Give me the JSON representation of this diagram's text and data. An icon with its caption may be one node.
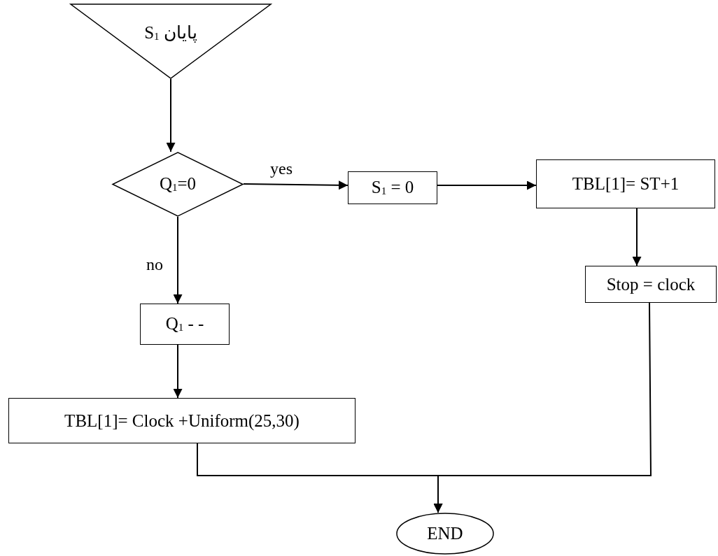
{
  "diagram": {
    "nodes": [
      {
        "text": [
          "پایان S$_{1}$"
        ]
      },
      {
        "text": [
          "Q$_{1}$=0"
        ]
      },
      {
        "text": [
          "S$_{1}$ = 0"
        ]
      },
      {
        "text": [
          "TBL[1]= ST+1"
        ]
      },
      {
        "text": [
          "Stop = clock"
        ]
      },
      {
        "text": [
          "Q$_{1}$ - -"
        ]
      },
      {
        "text": [
          "TBL[1]= Clock +Uniform(25,30)"
        ]
      },
      {
        "text": [
          "END"
        ]
      }
    ],
    "edges": [
      {
        "from": 0,
        "to": 1,
        "arrow": "to"
      },
      {
        "from": 1,
        "to": 2,
        "arrow": "to",
        "label": "yes"
      },
      {
        "from": 2,
        "to": 3,
        "arrow": "to"
      },
      {
        "from": 3,
        "to": 4,
        "arrow": "to"
      },
      {
        "from": 1,
        "to": 5,
        "arrow": "to",
        "label": "no"
      },
      {
        "from": 5,
        "to": 6,
        "arrow": "to"
      },
      {
        "from": 6,
        "to": 7,
        "arrow": "to"
      },
      {
        "from": 4,
        "to": 7,
        "arrow": "to"
      }
    ]
  }
}
